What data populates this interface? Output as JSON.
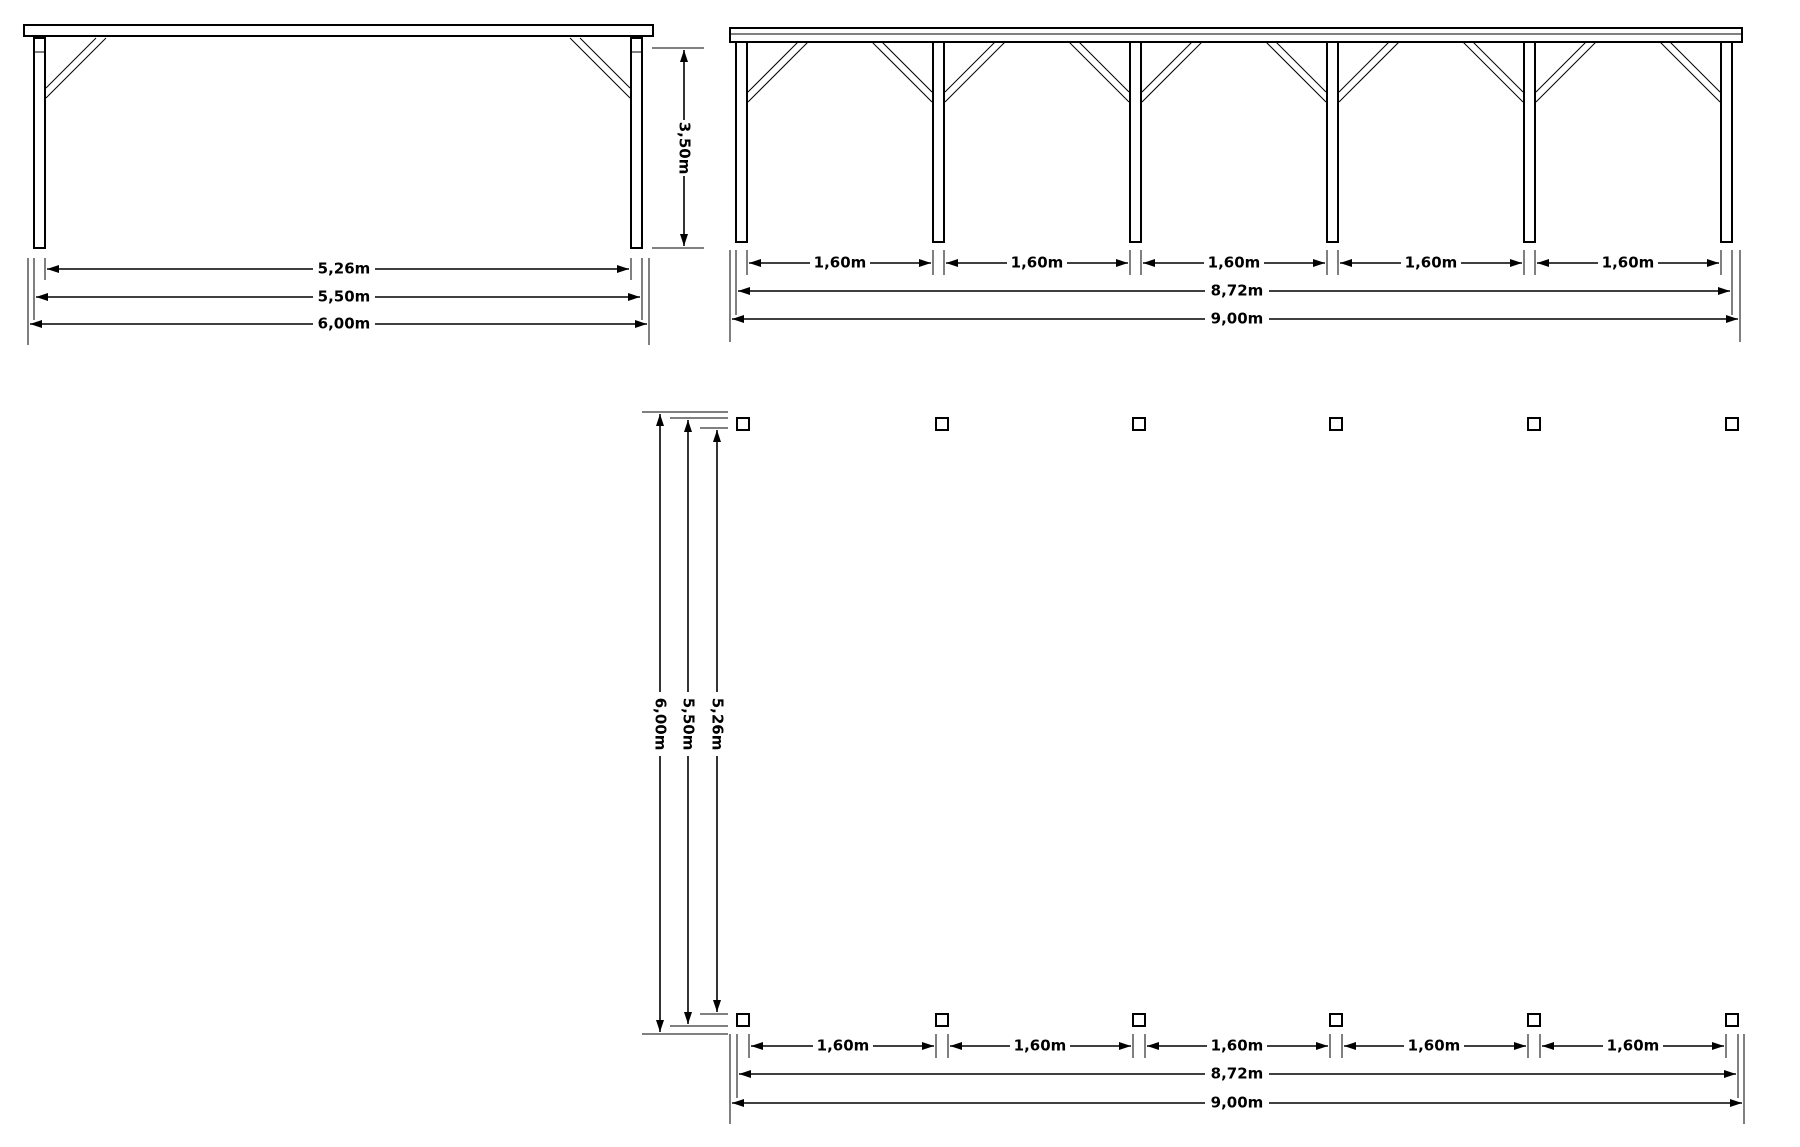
{
  "side_view": {
    "height_label": "3,50m",
    "dims": [
      "5,26m",
      "5,50m",
      "6,00m"
    ]
  },
  "front_view": {
    "spans": [
      "1,60m",
      "1,60m",
      "1,60m",
      "1,60m",
      "1,60m"
    ],
    "dims": [
      "8,72m",
      "9,00m"
    ]
  },
  "plan_view": {
    "depth_dims": [
      "6,00m",
      "5,50m",
      "5,26m"
    ],
    "spans": [
      "1,60m",
      "1,60m",
      "1,60m",
      "1,60m",
      "1,60m"
    ],
    "dims": [
      "8,72m",
      "9,00m"
    ]
  }
}
